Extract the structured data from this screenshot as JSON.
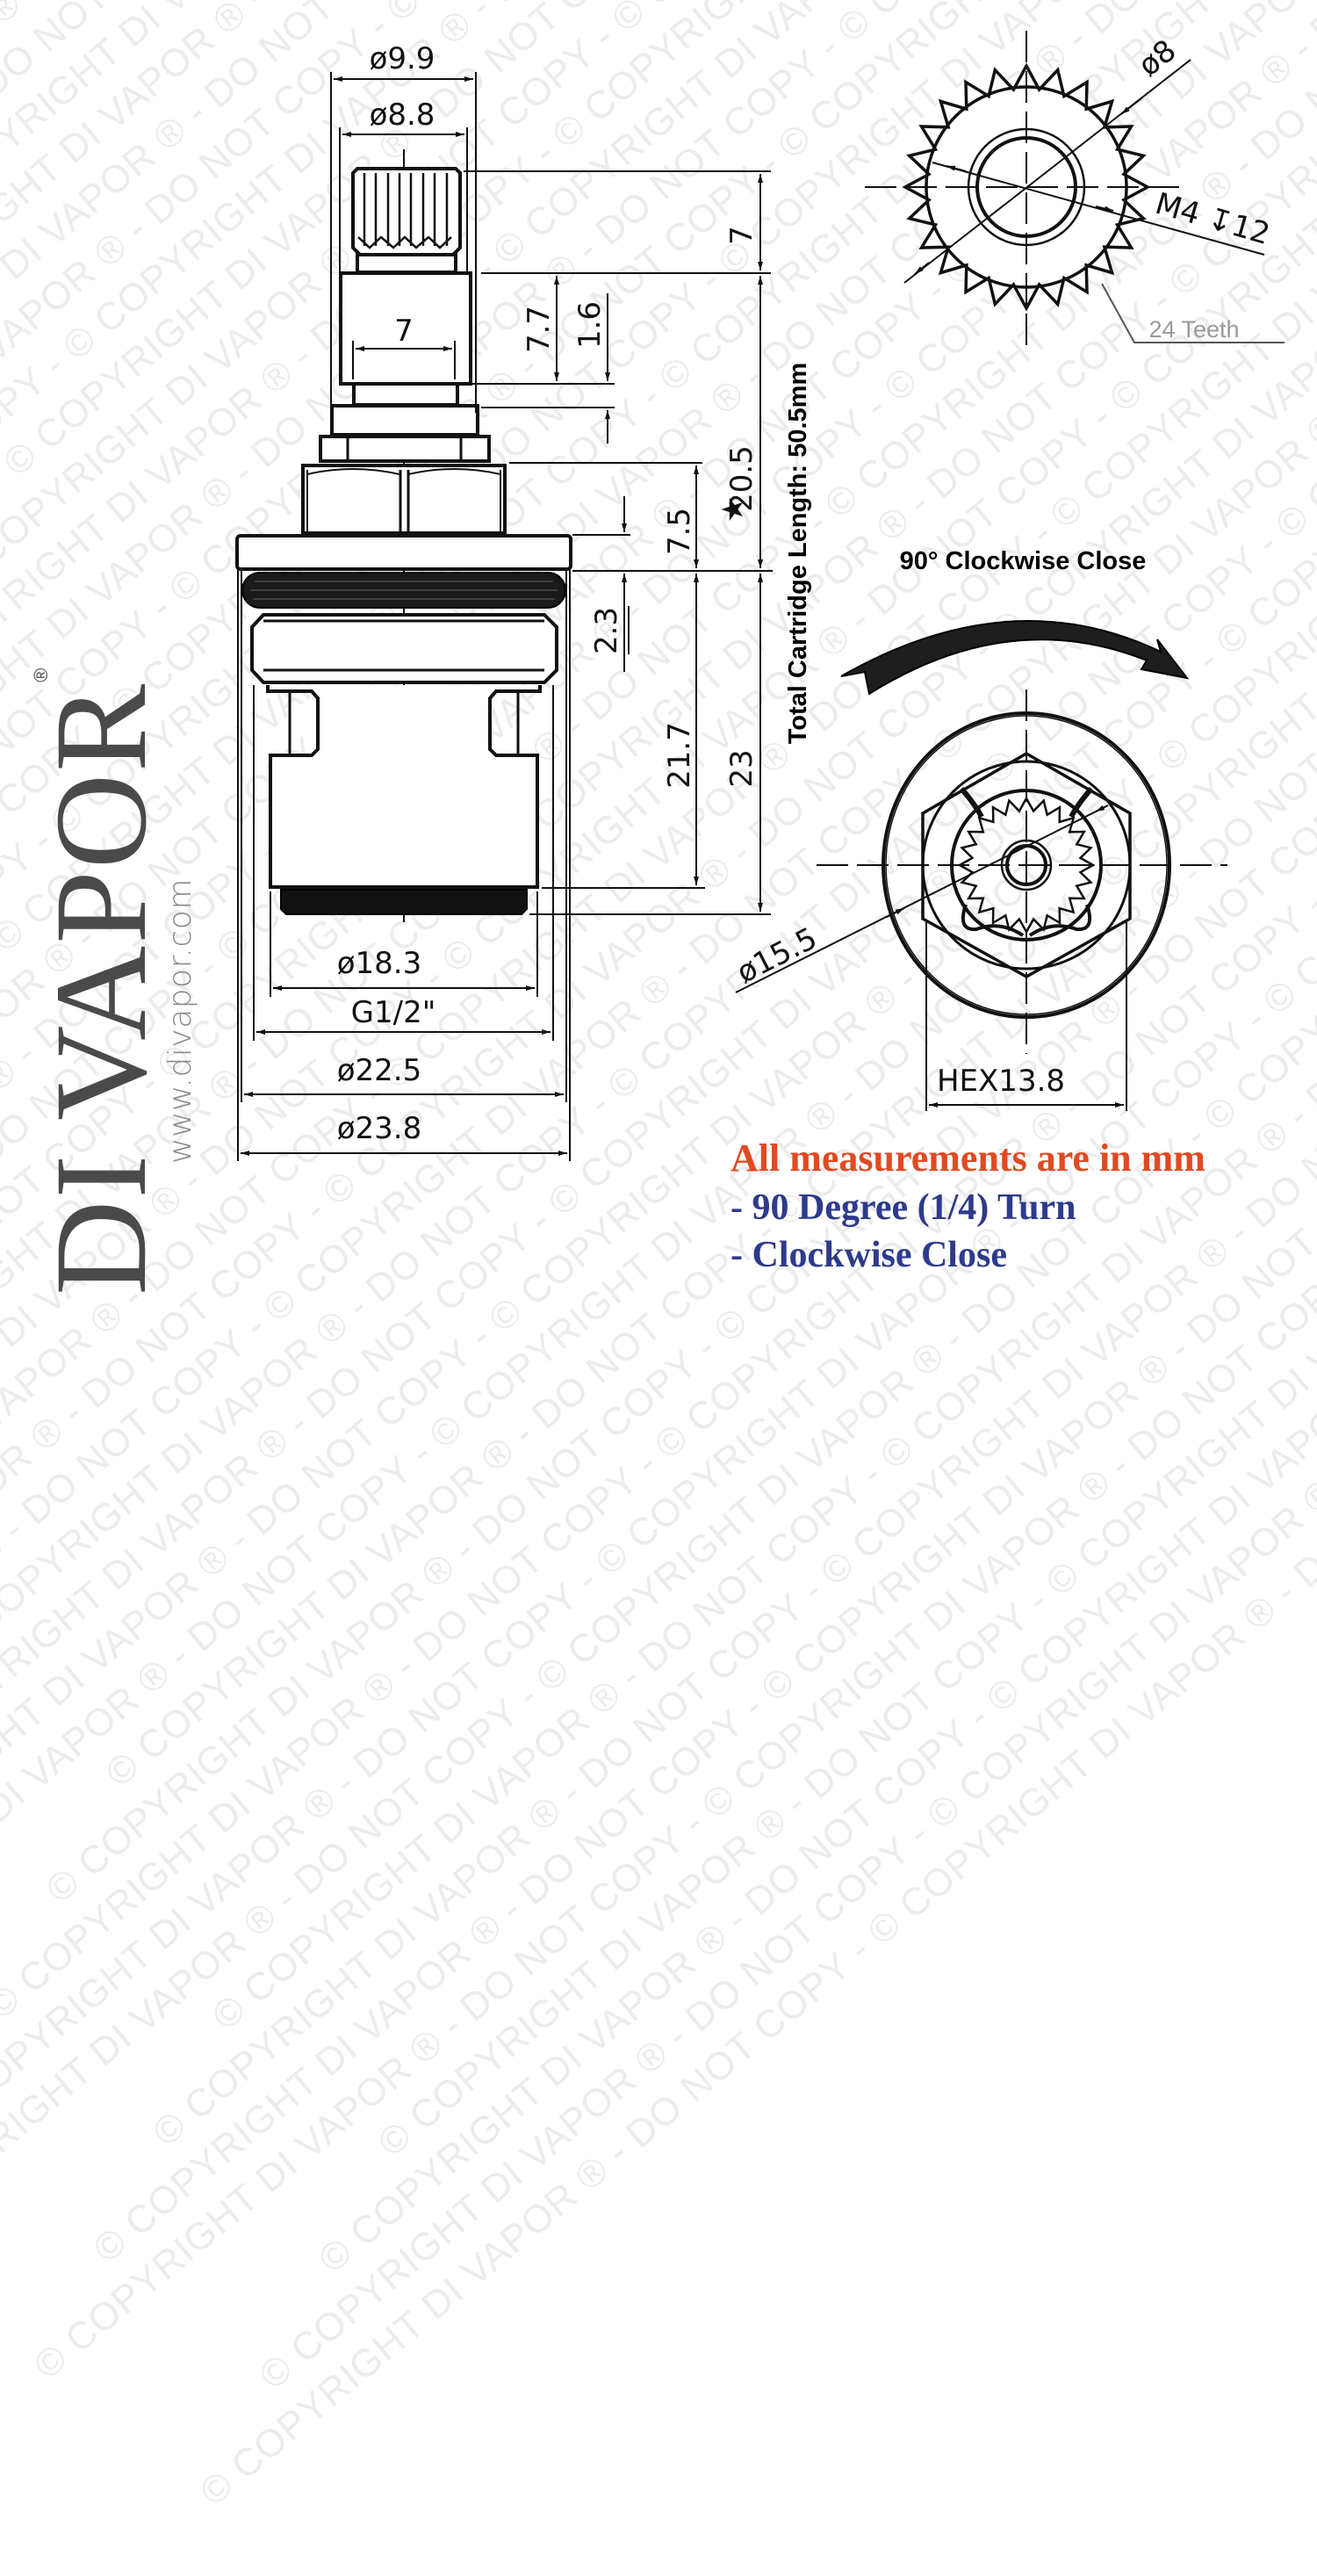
{
  "watermark": {
    "text": "© COPYRIGHT DI VAPOR ® - DO NOT COPY - ",
    "color": "#ececec"
  },
  "brand": {
    "logo_text": "DI VAPOR",
    "registered_mark": "®",
    "website": "www.divapor.com",
    "logo_color": "#4a4a4a"
  },
  "side_view": {
    "dimensions": {
      "stem_outer_diameter": "ø9.9",
      "spline_diameter": "ø8.8",
      "stem_width": "7",
      "spline_height": "7",
      "stem_height": "7.7",
      "collar_height": "1.6",
      "hex_to_shoulder": "20.5",
      "star_marker": "★",
      "flange_height": "7.5",
      "oring_height": "2.3",
      "body_height_inner": "21.7",
      "body_height": "23",
      "seal_diameter": "ø18.3",
      "thread": "G1/2\"",
      "body_diameter": "ø22.5",
      "flange_diameter": "ø23.8"
    },
    "total_length_label": "Total Cartridge Length: 50.5mm"
  },
  "top_view": {
    "spline_diameter": "ø8",
    "thread_hole": "M4 ↧12",
    "teeth_label": "24 Teeth",
    "teeth_count": 24
  },
  "bottom_view": {
    "title": "90° Clockwise Close",
    "inner_diameter": "ø15.5",
    "hex_size": "HEX13.8"
  },
  "notes": {
    "headline": "All measurements are in mm",
    "headline_color": "#e04a23",
    "items": [
      "- 90 Degree (1/4) Turn",
      "- Clockwise Close"
    ],
    "items_color": "#2e3a8c"
  }
}
